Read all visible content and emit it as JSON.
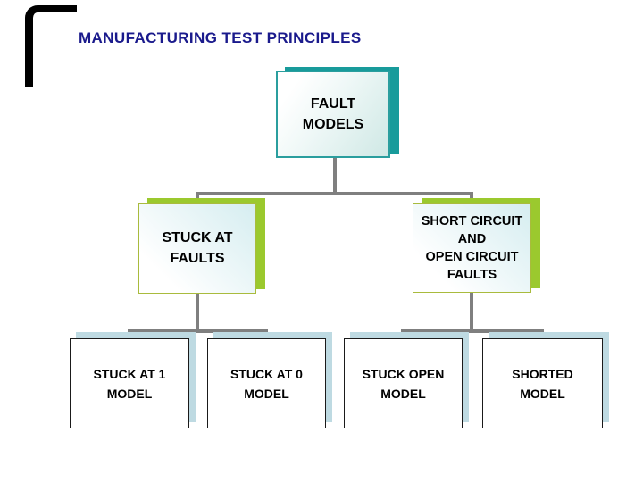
{
  "title": "MANUFACTURING TEST PRINCIPLES",
  "nodes": {
    "root": {
      "label": "FAULT\nMODELS"
    },
    "stuck_at": {
      "label": "STUCK AT\nFAULTS"
    },
    "short_open": {
      "label": "SHORT CIRCUIT\nAND\nOPEN CIRCUIT\nFAULTS"
    },
    "stuck_at_1": {
      "label": "STUCK AT 1\nMODEL"
    },
    "stuck_at_0": {
      "label": "STUCK AT 0\nMODEL"
    },
    "stuck_open": {
      "label": "STUCK OPEN\nMODEL"
    },
    "shorted": {
      "label": "SHORTED\nMODEL"
    }
  },
  "colors": {
    "background": "#ffffff",
    "title_text": "#1a1a8c",
    "node_text": "#000000",
    "root_accent_teal": "#189b9b",
    "level2_accent_green": "#9bc92e",
    "level2_border_olive": "#a9bb3d",
    "level3_shadow_blue": "#bedae2",
    "level3_border": "#1a1a1a",
    "connector_gray": "#7f7f7f",
    "frame_corner_black": "#000000"
  }
}
